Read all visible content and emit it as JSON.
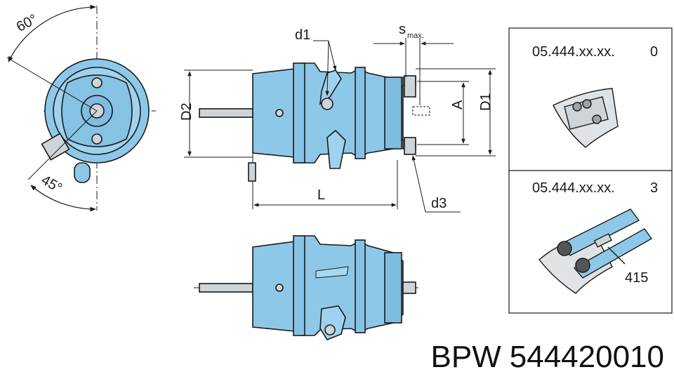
{
  "drawing": {
    "angle_top": "60°",
    "angle_bottom": "45°",
    "label_d1_port": "d1",
    "label_s": "s",
    "label_s_sub": "max.",
    "label_d2": "D2",
    "label_l": "L",
    "label_a": "A",
    "label_D1": "D1",
    "label_d3": "d3"
  },
  "variants": [
    {
      "code": "05.444.xx.xx.",
      "suffix": "0"
    },
    {
      "code": "05.444.xx.xx.",
      "suffix": "3",
      "part_number": "415"
    }
  ],
  "caption": {
    "brand": "BPW",
    "part": "544420010"
  },
  "colors": {
    "body": "#8ec8e8",
    "line": "#1a1a1a",
    "metal": "#cfd4d8"
  }
}
